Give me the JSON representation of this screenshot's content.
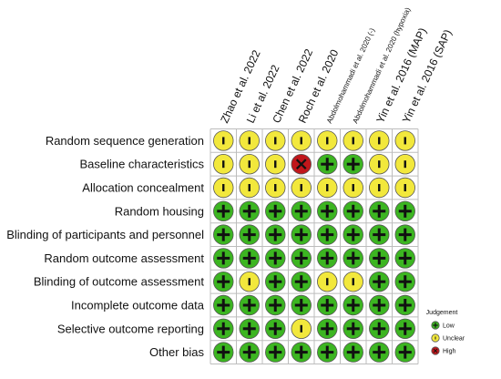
{
  "studies": [
    "Zhao et al. 2022",
    "Li et al. 2022",
    "Chen et al. 2022",
    "Roch et al. 2020",
    "Abdolmohammadi et al. 2020 (-)",
    "Abdolmohammadi et al. 2020 (hypoxia)",
    "Yin et al. 2016 (MAP)",
    "Yin et al. 2016 (SAP)"
  ],
  "domains": [
    "Random sequence generation",
    "Baseline characteristics",
    "Allocation concealment",
    "Random housing",
    "Blinding of participants and personnel",
    "Random outcome assessment",
    "Blinding of outcome assessment",
    "Incomplete outcome data",
    "Selective outcome reporting",
    "Other bias"
  ],
  "judgements": [
    [
      "unclear",
      "unclear",
      "unclear",
      "unclear",
      "unclear",
      "unclear",
      "unclear",
      "unclear"
    ],
    [
      "unclear",
      "unclear",
      "unclear",
      "high",
      "low",
      "low",
      "unclear",
      "unclear"
    ],
    [
      "unclear",
      "unclear",
      "unclear",
      "unclear",
      "unclear",
      "unclear",
      "unclear",
      "unclear"
    ],
    [
      "low",
      "low",
      "low",
      "low",
      "low",
      "low",
      "low",
      "low"
    ],
    [
      "low",
      "low",
      "low",
      "low",
      "low",
      "low",
      "low",
      "low"
    ],
    [
      "low",
      "low",
      "low",
      "low",
      "low",
      "low",
      "low",
      "low"
    ],
    [
      "low",
      "unclear",
      "low",
      "low",
      "unclear",
      "unclear",
      "low",
      "low"
    ],
    [
      "low",
      "low",
      "low",
      "low",
      "low",
      "low",
      "low",
      "low"
    ],
    [
      "low",
      "low",
      "low",
      "unclear",
      "low",
      "low",
      "low",
      "low"
    ],
    [
      "low",
      "low",
      "low",
      "low",
      "low",
      "low",
      "low",
      "low"
    ]
  ],
  "symbols": {
    "low": "+",
    "unclear": "-",
    "high": "x"
  },
  "colors": {
    "low": "#3cb521",
    "unclear": "#f2e83c",
    "high": "#c0161b",
    "grid": "#bdbdbd"
  },
  "legend": {
    "title": "Judgement",
    "items": [
      {
        "key": "low",
        "label": "Low"
      },
      {
        "key": "unclear",
        "label": "Unclear"
      },
      {
        "key": "high",
        "label": "High"
      }
    ]
  }
}
